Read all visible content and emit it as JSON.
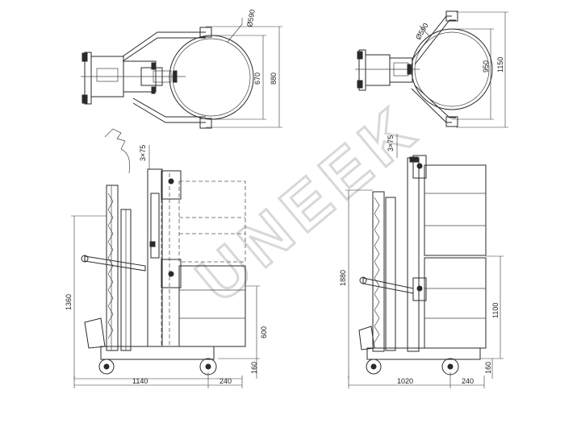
{
  "watermark": "UNEEK",
  "top_left": {
    "dia": "Ø590",
    "h1": "670",
    "h2": "880"
  },
  "top_right": {
    "dia": "Ø590",
    "h1": "950",
    "h2": "1150"
  },
  "side_left": {
    "chain": "3×75",
    "total_h": "1360",
    "load_h": "600",
    "base_h": "160",
    "len": "1140",
    "ext": "240"
  },
  "side_right": {
    "chain": "3×75",
    "total_h": "1880",
    "load_h": "1100",
    "base_h": "160",
    "len": "1020",
    "ext": "240"
  }
}
